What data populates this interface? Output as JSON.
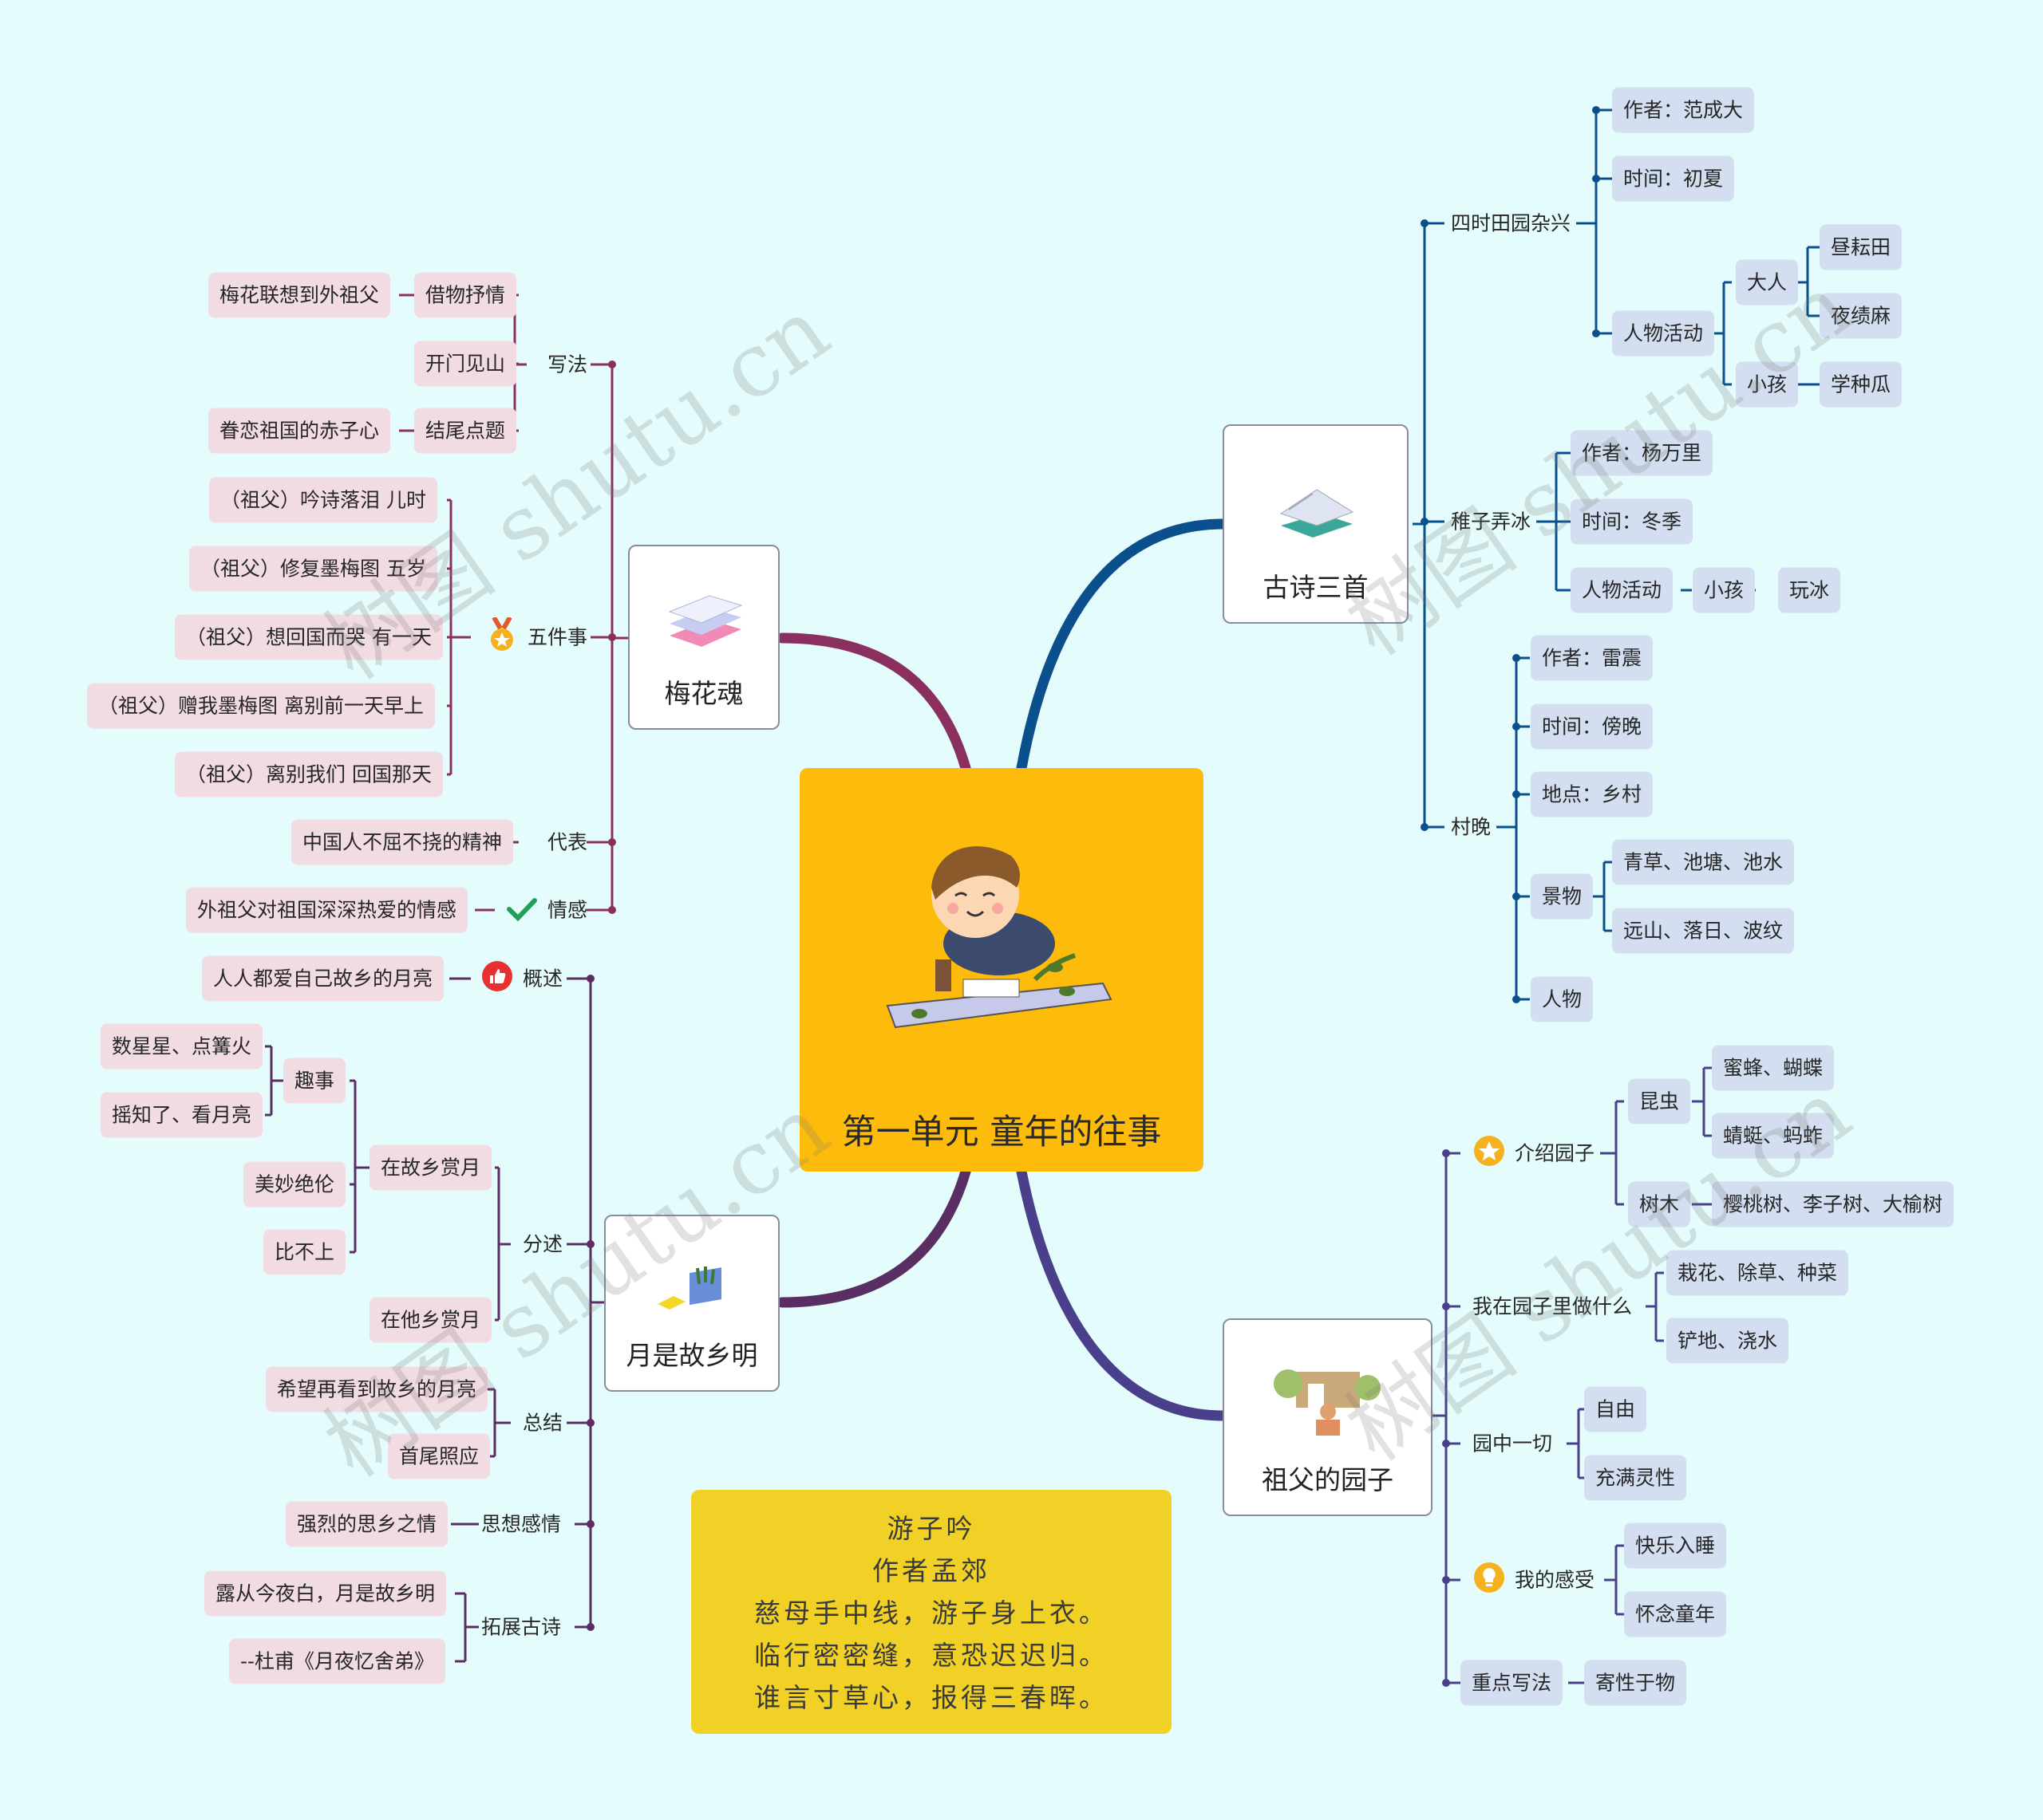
{
  "center": {
    "title": "第一单元 童年的往事"
  },
  "poem": {
    "lines": [
      "游子吟",
      "作者孟郊",
      "慈母手中线，游子身上衣。",
      "临行密密缝，意恐迟迟归。",
      "谁言寸草心，报得三春晖。"
    ]
  },
  "watermark": "树图 shutu.cn",
  "colors": {
    "background": "#e5fcfc",
    "center": "#fdbb0b",
    "poem": "#f1d126",
    "meihua_branch": "#8a2f60",
    "gushi_branch": "#0b4f8c",
    "yueliang_branch": "#5b2e63",
    "yuanzi_branch": "#4a3f8a"
  },
  "topics": {
    "meihua": {
      "label": "梅花魂",
      "icon": "stacked-books-icon"
    },
    "gushi": {
      "label": "古诗三首",
      "icon": "open-book-icon"
    },
    "yueliang": {
      "label": "月是故乡明",
      "icon": "notes-icon"
    },
    "yuanzi": {
      "label": "祖父的园子",
      "icon": "garden-icon"
    }
  },
  "meihua": {
    "xiefa": "写法",
    "jiewu": "借物抒情",
    "jiewu_d": "梅花联想到外祖父",
    "kaimen": "开门见山",
    "jiewei": "结尾点题",
    "jiewei_d": "眷恋祖国的赤子心",
    "wujianshi": "五件事",
    "w1": "（祖父）吟诗落泪   儿时",
    "w2": "（祖父）修复墨梅图    五岁",
    "w3": "（祖父）想回国而哭   有一天",
    "w4": "（祖父）赠我墨梅图    离别前一天早上",
    "w5": "（祖父）离别我们   回国那天",
    "daibiao": "代表",
    "daibiao_d": "中国人不屈不挠的精神",
    "qinggan": "情感",
    "qinggan_d": "外祖父对祖国深深热爱的情感"
  },
  "yueliang": {
    "gaishu": "概述",
    "gaishu_d": "人人都爱自己故乡的月亮",
    "fenshu": "分述",
    "guxiang": "在故乡赏月",
    "qushi": "趣事",
    "q1": "数星星、点篝火",
    "q2": "摇知了、看月亮",
    "meimiao": "美妙绝伦",
    "bibushang": "比不上",
    "taxiang": "在他乡赏月",
    "zongjie": "总结",
    "z1": "希望再看到故乡的月亮",
    "z2": "首尾照应",
    "sixiang": "思想感情",
    "sixiang_d": "强烈的思乡之情",
    "tuozhan": "拓展古诗",
    "t1": "露从今夜白，月是故乡明",
    "t2": "--杜甫《月夜忆舍弟》"
  },
  "gushi": {
    "sishi": "四时田园杂兴",
    "s_author": "作者：范成大",
    "s_time": "时间：初夏",
    "s_act": "人物活动",
    "daren": "大人",
    "d1": "昼耘田",
    "d2": "夜绩麻",
    "xiaohai": "小孩",
    "x1": "学种瓜",
    "zhizi": "稚子弄冰",
    "z_author": "作者：杨万里",
    "z_time": "时间：冬季",
    "z_act": "人物活动",
    "z_xh": "小孩",
    "z_wb": "玩冰",
    "cunwan": "村晚",
    "c_author": "作者：雷震",
    "c_time": "时间：傍晚",
    "c_place": "地点：乡村",
    "jingwu": "景物",
    "j1": "青草、池塘、池水",
    "j2": "远山、落日、波纹",
    "renwu": "人物"
  },
  "yuanzi": {
    "jieshao": "介绍园子",
    "kunchong": "昆虫",
    "k1": "蜜蜂、蝴蝶",
    "k2": "蜻蜓、蚂蚱",
    "shumu": "树木",
    "shumu_d": "樱桃树、李子树、大榆树",
    "zuo": "我在园子里做什么",
    "zuo1": "栽花、除草、种菜",
    "zuo2": "铲地、浇水",
    "yiqie": "园中一切",
    "y1": "自由",
    "y2": "充满灵性",
    "ganshou": "我的感受",
    "g1": "快乐入睡",
    "g2": "怀念童年",
    "zhongdian": "重点写法",
    "zhongdian_d": "寄性于物"
  }
}
